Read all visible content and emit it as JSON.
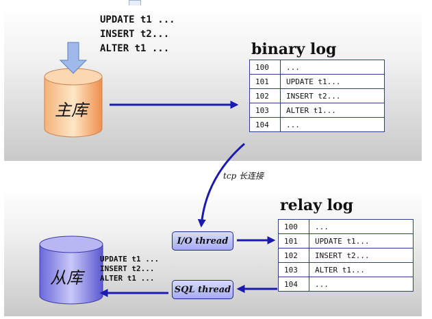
{
  "master": {
    "label": "主库",
    "statements": [
      "UPDATE t1 ...",
      "INSERT t2...",
      "ALTER t1 ..."
    ]
  },
  "binary_log": {
    "title": "binary log",
    "rows": [
      {
        "num": "100",
        "stmt": "..."
      },
      {
        "num": "101",
        "stmt": "UPDATE t1..."
      },
      {
        "num": "102",
        "stmt": "INSERT t2..."
      },
      {
        "num": "103",
        "stmt": "ALTER t1..."
      },
      {
        "num": "104",
        "stmt": "..."
      }
    ]
  },
  "connection_label": "tcp 长连接",
  "relay_log": {
    "title": "relay log",
    "rows": [
      {
        "num": "100",
        "stmt": "..."
      },
      {
        "num": "101",
        "stmt": "UPDATE t1..."
      },
      {
        "num": "102",
        "stmt": "INSERT t2..."
      },
      {
        "num": "103",
        "stmt": "ALTER t1..."
      },
      {
        "num": "104",
        "stmt": "..."
      }
    ]
  },
  "io_thread_label": "I/O thread",
  "sql_thread_label": "SQL thread",
  "slave": {
    "label": "从库",
    "statements": [
      "UPDATE t1 ...",
      "INSERT t2...",
      "ALTER t1 ..."
    ]
  },
  "colors": {
    "arrow": "#1a1ab0",
    "master_cylinder": "#f7a36a",
    "slave_cylinder": "#7e7ce6"
  }
}
